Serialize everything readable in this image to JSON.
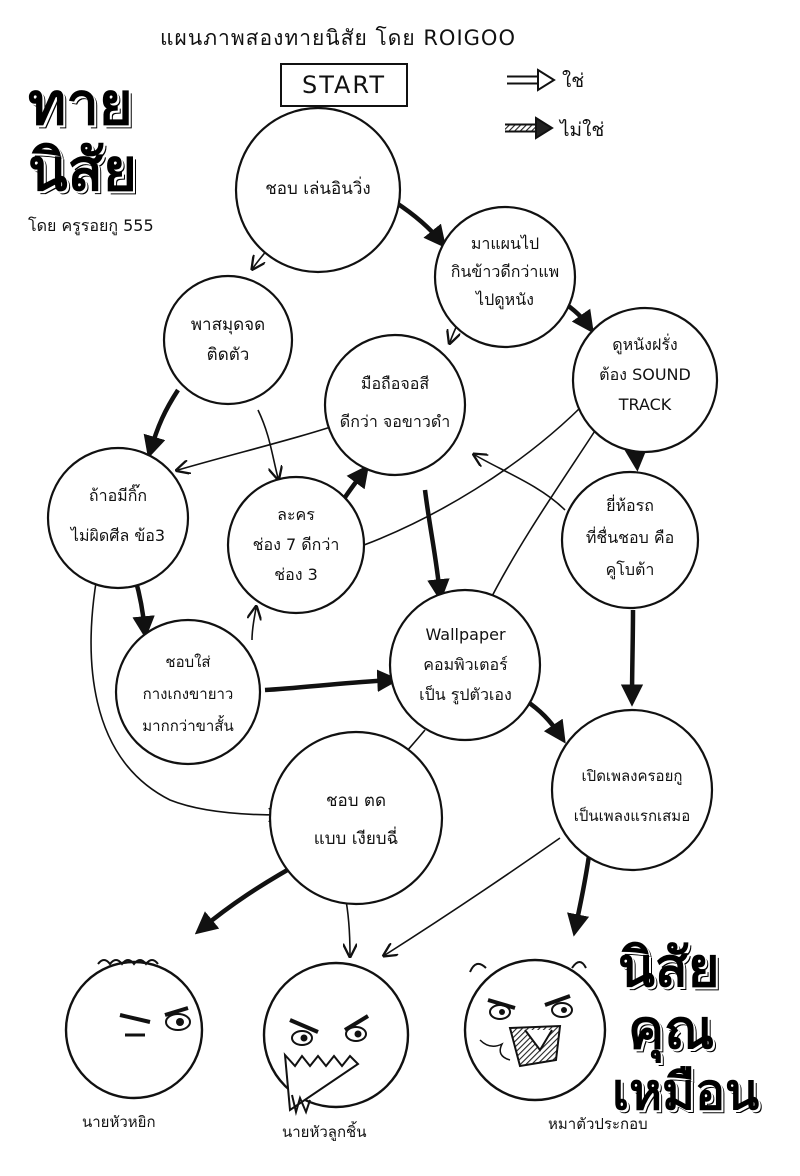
{
  "header": {
    "title": "แผนภาพสองทายนิสัย โดย ROIGOO"
  },
  "title_block": {
    "line1": "ทาย",
    "line2": "นิสัย",
    "byline": "โดย ครูรอยกู 555"
  },
  "legend": {
    "yes_label": "ใช่",
    "no_label": "ไม่ใช่"
  },
  "start": {
    "label": "START"
  },
  "nodes": {
    "q1": [
      "ชอบ เล่นอินวิ่ง"
    ],
    "q2": [
      "พาสมุดจด",
      "ติดตัว"
    ],
    "q3": [
      "มาแผนไป",
      "กินข้าวดีกว่าแพ",
      "ไปดูหนัง"
    ],
    "q4": [
      "มือถือจอสี",
      "ดีกว่า จอขาวดำ"
    ],
    "q5": [
      "ดูหนังฝรั่ง",
      "ต้อง SOUND",
      "TRACK"
    ],
    "q6": [
      "ถ้าอมีกิ๊ก",
      "ไม่ผิดศีล ข้อ3"
    ],
    "q7": [
      "ละคร",
      "ช่อง 7 ดีกว่า",
      "ช่อง 3"
    ],
    "q8": [
      "ยี่ห้อรถ",
      "ที่ชื่นชอบ คือ",
      "คูโบต้า"
    ],
    "q9": [
      "ชอบใส่",
      "กางเกงขายาว",
      "มากกว่าขาสั้น"
    ],
    "q10": [
      "Wallpaper",
      "คอมพิวเตอร์",
      "เป็น รูปตัวเอง"
    ],
    "q11": [
      "ชอบ ตด",
      "แบบ เงียบฉี่"
    ],
    "q12": [
      "เปิดเพลงครอยกู",
      "เป็นเพลงแรกเสมอ"
    ]
  },
  "results": {
    "r1": "นายหัวหยิก",
    "r2": "นายหัวลูกชิ้น",
    "r3": "หมาตัวประกอบ"
  },
  "result_title": {
    "line1": "นิสัย",
    "line2": "คุณ",
    "line3": "เหมือน"
  },
  "colors": {
    "ink": "#111111",
    "paper": "#ffffff",
    "hatch": "#333333"
  }
}
